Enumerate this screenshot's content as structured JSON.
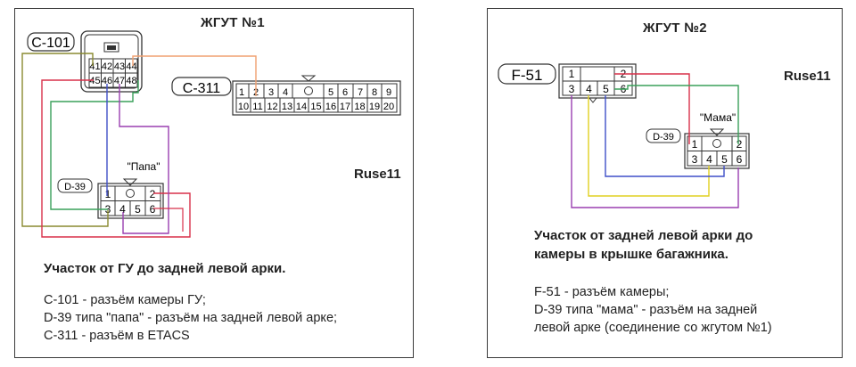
{
  "panel1": {
    "title": "ЖГУТ №1",
    "watermark": "Ruse11",
    "connectors": {
      "c101": {
        "label": "C-101",
        "pins": [
          "41",
          "42",
          "43",
          "44",
          "45",
          "46",
          "47",
          "48"
        ]
      },
      "c311": {
        "label": "C-311",
        "pins_top": [
          "1",
          "2",
          "3",
          "4",
          "",
          "5",
          "6",
          "7",
          "8",
          "9"
        ],
        "pins_bottom": [
          "10",
          "11",
          "12",
          "13",
          "14",
          "15",
          "16",
          "17",
          "18",
          "19",
          "20"
        ]
      },
      "d39": {
        "label": "D-39",
        "caption": "\"Папа\"",
        "pins": [
          "1",
          "2",
          "3",
          "4",
          "5",
          "6"
        ]
      }
    },
    "heading": "Участок от ГУ до задней левой арки.",
    "description": [
      "C-101 - разъём камеры ГУ;",
      "D-39 типа \"папа\" - разъём на задней левой арке;",
      "C-311 - разъём в ETACS"
    ]
  },
  "panel2": {
    "title": "ЖГУТ №2",
    "watermark": "Ruse11",
    "connectors": {
      "f51": {
        "label": "F-51",
        "pins": [
          "1",
          "2",
          "3",
          "4",
          "5",
          "6"
        ]
      },
      "d39": {
        "label": "D-39",
        "caption": "\"Мама\"",
        "pins": [
          "1",
          "2",
          "3",
          "4",
          "5",
          "6"
        ]
      }
    },
    "heading": [
      "Участок от задней левой арки до",
      "камеры в крышке багажника."
    ],
    "description": [
      "F-51 - разъём камеры;",
      "D-39 типа \"мама\" - разъём на задней",
      "левой арке (соединение со жгутом №1)"
    ]
  },
  "wire_colors": {
    "orange": "#f0a070",
    "blue": "#3f4fc8",
    "purple": "#9a3fb0",
    "green": "#3aa05a",
    "red": "#d8304a",
    "olive": "#8a8a30",
    "yellow": "#e0d020"
  }
}
